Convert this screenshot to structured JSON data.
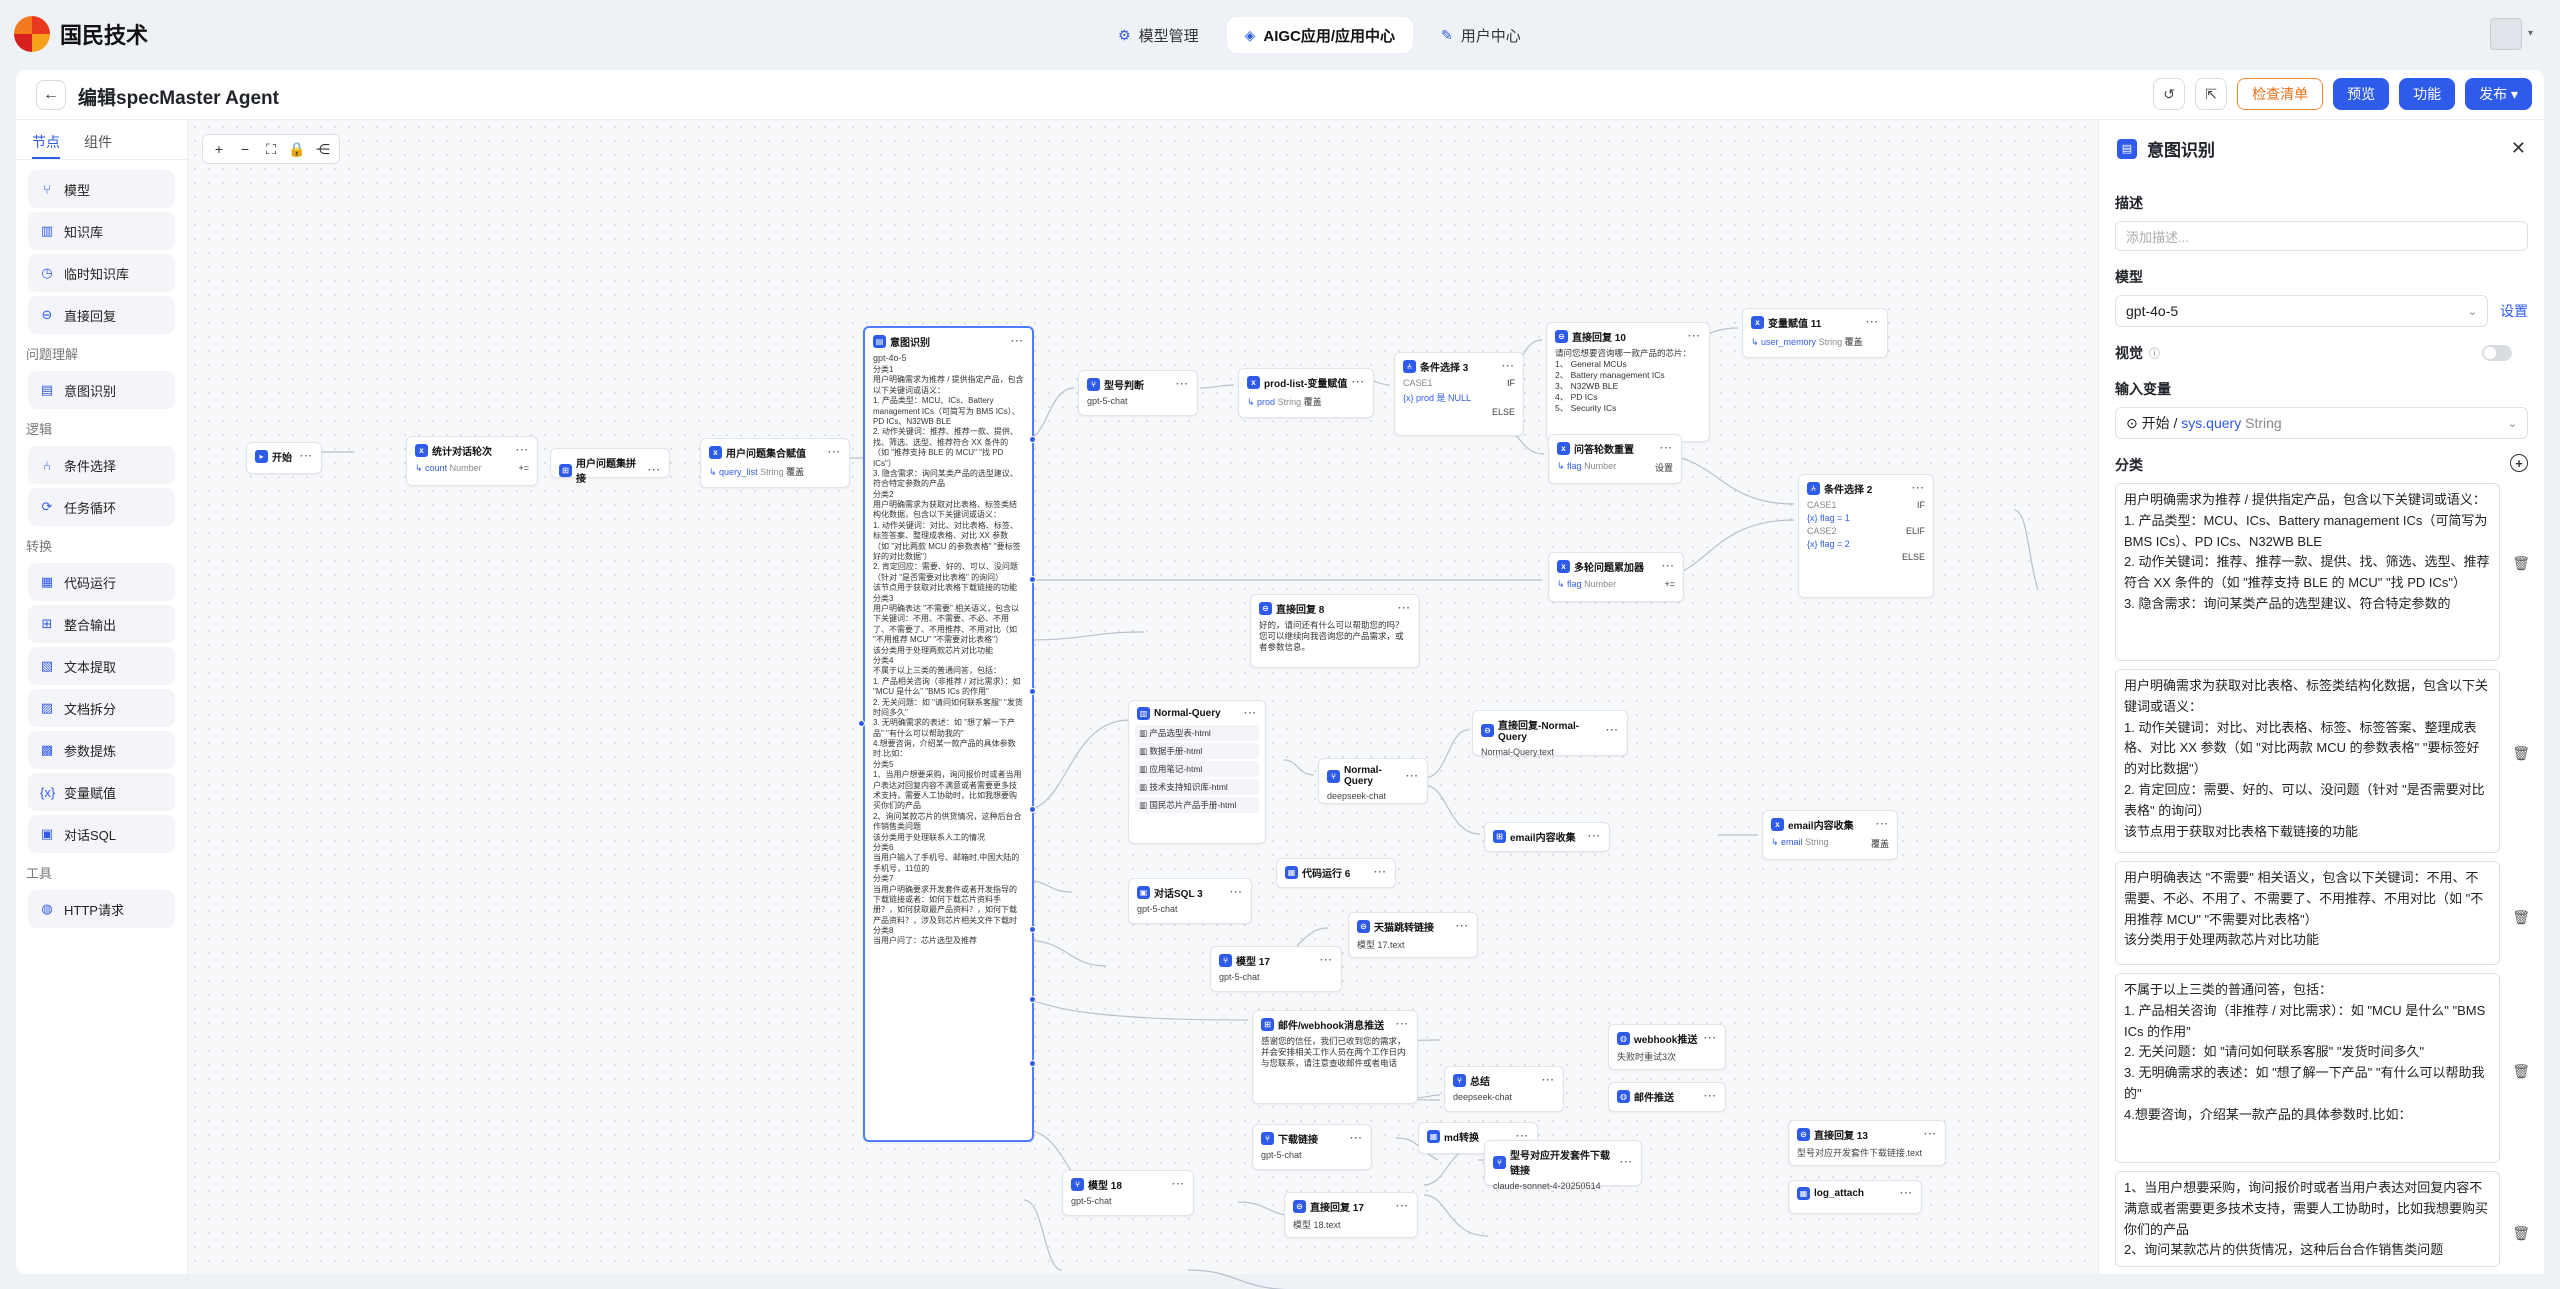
{
  "brand": {
    "name": "国民技术"
  },
  "nav": [
    {
      "label": "模型管理",
      "icon": "model-icon"
    },
    {
      "label": "AIGC应用/应用中心",
      "icon": "app-icon",
      "active": true
    },
    {
      "label": "用户中心",
      "icon": "user-icon"
    }
  ],
  "page": {
    "title": "编辑specMaster Agent"
  },
  "header_buttons": {
    "checklist": "检查清单",
    "preview": "预览",
    "features": "功能",
    "publish": "发布"
  },
  "left_tabs": [
    "节点",
    "组件"
  ],
  "left_panel": {
    "items_top": [
      "模型",
      "知识库",
      "临时知识库",
      "直接回复"
    ],
    "sec1": "问题理解",
    "items1": [
      "意图识别"
    ],
    "sec2": "逻辑",
    "items2": [
      "条件选择",
      "任务循环"
    ],
    "sec3": "转换",
    "items3": [
      "代码运行",
      "整合输出",
      "文本提取",
      "文档拆分",
      "参数提炼",
      "变量赋值",
      "对话SQL"
    ],
    "sec4": "工具",
    "items4": [
      "HTTP请求"
    ]
  },
  "nodes": {
    "start": {
      "title": "开始"
    },
    "count": {
      "title": "统计对话轮次",
      "var": "count",
      "type": "Number"
    },
    "concat": {
      "title": "用户问题集拼接"
    },
    "merge": {
      "title": "用户问题集合赋值",
      "var": "query_list",
      "type": "String",
      "action": "覆盖"
    },
    "intent": {
      "title": "意图识别",
      "model": "gpt-4o-5",
      "body": "分类1\n用户明确需求为推荐 / 提供指定产品，包含以下关键词或语义：\n1. 产品类型：MCU、ICs、Battery management ICs（可简写为 BMS ICs）、PD ICs、N32WB BLE\n2. 动作关键词：推荐、推荐一款、提供、找、筛选、选型、推荐符合 XX 条件的（如 \"推荐支持 BLE 的 MCU\" \"找 PD ICs\"）\n3. 隐含需求：询问某类产品的选型建议、符合特定参数的产品\n分类2\n用户明确需求为获取对比表格、标签类结构化数据，包含以下关键词或语义：\n1. 动作关键词：对比、对比表格、标签、标签答案、整理成表格、对比 XX 参数（如 \"对比两款 MCU 的参数表格\" \"要标签好的对比数据\"）\n2. 肯定回应：需要、好的、可以、没问题（针对 \"是否需要对比表格\" 的询问）\n该节点用于获取对比表格下载链接的功能\n分类3\n用户明确表达 \"不需要\" 相关语义，包含以下关键词：不用、不需要、不必、不用了、不需要了、不用推荐、不用对比（如 \"不用推荐 MCU\" \"不需要对比表格\"）\n该分类用于处理两款芯片对比功能\n分类4\n不属于以上三类的普通问答，包括：\n1. 产品相关咨询（非推荐 / 对比需求）：如 \"MCU 是什么\" \"BMS ICs 的作用\"\n2. 无关问题：如 \"请问如何联系客服\" \"发货时间多久\"\n3. 无明确需求的表述：如 \"想了解一下产品\" \"有什么可以帮助我的\"\n4.想要咨询，介绍某一款产品的具体参数时.比如：\n分类5\n1、当用户想要采购，询问报价时或者当用户表达对回复内容不满意或者需要更多技术支持，需要人工协助时，比如我想要购买你们的产品\n2、询问某款芯片的供货情况，这种后台合作销售类问题\n该分类用于处理联系人工的情况\n分类6\n当用户输入了手机号、邮箱时,中国大陆的手机号，11位的\n分类7\n当用户明确要求开发套件或者开发指导的下载链接或者：如何下载芯片资料手册？，如何获取最产品资料？，如何下载产品资料？，涉及到芯片相关文件下载时\n分类8\n当用户问了：芯片选型及推荐"
    },
    "model_judge": {
      "title": "型号判断",
      "model": "gpt-5-chat"
    },
    "prod_assign": {
      "title": "prod-list-变量赋值",
      "var": "prod",
      "type": "String",
      "action": "覆盖"
    },
    "cond3": {
      "title": "条件选择 3",
      "case": "CASE1",
      "if": "IF",
      "cond": "{x} prod 是 NULL",
      "else": "ELSE"
    },
    "reply10": {
      "title": "直接回复 10",
      "body": "请问您想要咨询哪一款产品的芯片：\n1、 General MCUs\n2、 Battery management ICs\n3、 N32WB BLE\n4、 PD ICs\n5、 Security ICs"
    },
    "var11": {
      "title": "变量赋值 11",
      "var": "user_memory",
      "type": "String",
      "action": "覆盖"
    },
    "count_reset": {
      "title": "问答轮数重置",
      "var": "flag",
      "type": "Number",
      "action": "设置"
    },
    "multi_add": {
      "title": "多轮问题累加器",
      "var": "flag",
      "type": "Number",
      "action": "+="
    },
    "cond2": {
      "title": "条件选择 2",
      "case1": "CASE1",
      "if": "IF",
      "c1": "{x} flag = 1",
      "case2": "CASE2",
      "elif": "ELIF",
      "c2": "{x} flag = 2",
      "else": "ELSE"
    },
    "reply8": {
      "title": "直接回复 8",
      "body": "好的，请问还有什么可以帮助您的吗？您可以继续向我咨询您的产品需求，或者参数信息。"
    },
    "normal_q": {
      "title": "Normal-Query",
      "rows": [
        "产品选型表-html",
        "数据手册-html",
        "应用笔记-html",
        "技术支持知识库-html",
        "国民芯片产品手册-html"
      ]
    },
    "normal_q2": {
      "title": "Normal-Query",
      "model": "deepseek-chat"
    },
    "reply_nq": {
      "title": "直接回复-Normal-Query",
      "body": "Normal-Query.text"
    },
    "email_collect": {
      "title": "email内容收集"
    },
    "email_assign": {
      "title": "email内容收集",
      "var": "email",
      "type": "String",
      "action": "覆盖"
    },
    "sql3": {
      "title": "对话SQL 3",
      "model": "gpt-5-chat"
    },
    "code6": {
      "title": "代码运行 6"
    },
    "model17": {
      "title": "模型 17",
      "model": "gpt-5-chat"
    },
    "tianmao": {
      "title": "天猫跳转链接",
      "body": "模型 17.text"
    },
    "mail_hook": {
      "title": "邮件/webhook消息推送",
      "body": "感谢您的信任，我们已收到您的需求，并会安排相关工作人员在两个工作日内与您联系，请注意查收邮件或者电话"
    },
    "summary": {
      "title": "总结",
      "model": "deepseek-chat"
    },
    "webhook": {
      "title": "webhook推送",
      "body": "失败时重试3次"
    },
    "mail_push": {
      "title": "邮件推送"
    },
    "download": {
      "title": "下载链接",
      "model": "gpt-5-chat"
    },
    "md": {
      "title": "md转换"
    },
    "devkit": {
      "title": "型号对应开发套件下载链接",
      "model": "claude-sonnet-4-20250514"
    },
    "reply13": {
      "title": "直接回复 13",
      "body": "型号对应开发套件下载链接.text"
    },
    "log": {
      "title": "log_attach"
    },
    "model18": {
      "title": "模型 18",
      "model": "gpt-5-chat"
    },
    "reply17": {
      "title": "直接回复 17",
      "body": "模型 18.text"
    }
  },
  "right_panel": {
    "title": "意图识别",
    "desc_label": "描述",
    "desc_placeholder": "添加描述...",
    "model_label": "模型",
    "model_value": "gpt-4o-5",
    "settings": "设置",
    "vision_label": "视觉",
    "input_label": "输入变量",
    "input_value_prefix": "开始 /",
    "input_var": "sys.query",
    "input_type": "String",
    "class_label": "分类",
    "categories": [
      "用户明确需求为推荐 / 提供指定产品，包含以下关键词或语义：\n1. 产品类型：MCU、ICs、Battery management ICs（可简写为 BMS ICs）、PD ICs、N32WB BLE\n2. 动作关键词：推荐、推荐一款、提供、找、筛选、选型、推荐符合 XX 条件的（如 \"推荐支持 BLE 的 MCU\" \"找 PD ICs\"）\n3. 隐含需求：询问某类产品的选型建议、符合特定参数的",
      "用户明确需求为获取对比表格、标签类结构化数据，包含以下关键词或语义：\n1. 动作关键词：对比、对比表格、标签、标签答案、整理成表格、对比 XX 参数（如 \"对比两款 MCU 的参数表格\" \"要标签好的对比数据\"）\n2. 肯定回应：需要、好的、可以、没问题（针对 \"是否需要对比表格\" 的询问）\n该节点用于获取对比表格下载链接的功能",
      "用户明确表达 \"不需要\" 相关语义，包含以下关键词：不用、不需要、不必、不用了、不需要了、不用推荐、不用对比（如 \"不用推荐 MCU\" \"不需要对比表格\"）\n该分类用于处理两款芯片对比功能",
      "不属于以上三类的普通问答，包括：\n1. 产品相关咨询（非推荐 / 对比需求）：如 \"MCU 是什么\" \"BMS ICs 的作用\"\n2. 无关问题：如 \"请问如何联系客服\" \"发货时间多久\"\n3. 无明确需求的表述：如 \"想了解一下产品\" \"有什么可以帮助我的\"\n4.想要咨询，介绍某一款产品的具体参数时.比如：",
      "1、当用户想要采购，询问报价时或者当用户表达对回复内容不满意或者需要更多技术支持，需要人工协助时，比如我想要购买你们的产品\n2、询问某款芯片的供货情况，这种后台合作销售类问题"
    ]
  }
}
